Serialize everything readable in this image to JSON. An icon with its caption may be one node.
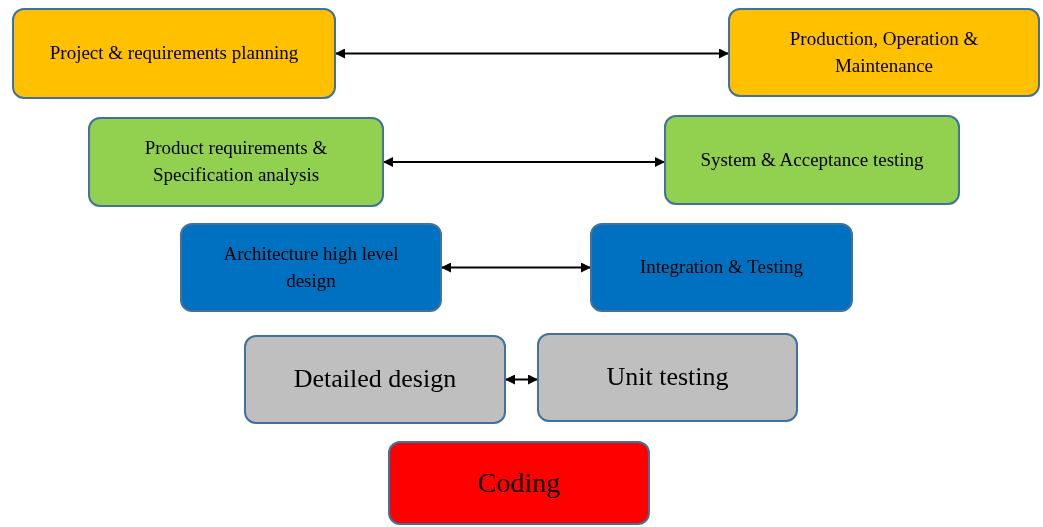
{
  "diagram": {
    "nodes": [
      {
        "text": [
          "Project & requirements planning"
        ]
      },
      {
        "text": [
          "Production, Operation & Maintenance"
        ]
      },
      {
        "text": [
          "Product requirements & Specification analysis"
        ]
      },
      {
        "text": [
          "System & Acceptance testing"
        ]
      },
      {
        "text": [
          "Architecture high level design"
        ]
      },
      {
        "text": [
          "Integration & Testing"
        ]
      },
      {
        "text": [
          "Detailed design"
        ]
      },
      {
        "text": [
          "Unit testing"
        ]
      },
      {
        "text": [
          "Coding"
        ]
      }
    ],
    "edges": [
      {
        "from": 0,
        "to": 1,
        "arrow": "both"
      },
      {
        "from": 2,
        "to": 3,
        "arrow": "both"
      },
      {
        "from": 4,
        "to": 5,
        "arrow": "both"
      },
      {
        "from": 6,
        "to": 7,
        "arrow": "both"
      }
    ]
  }
}
